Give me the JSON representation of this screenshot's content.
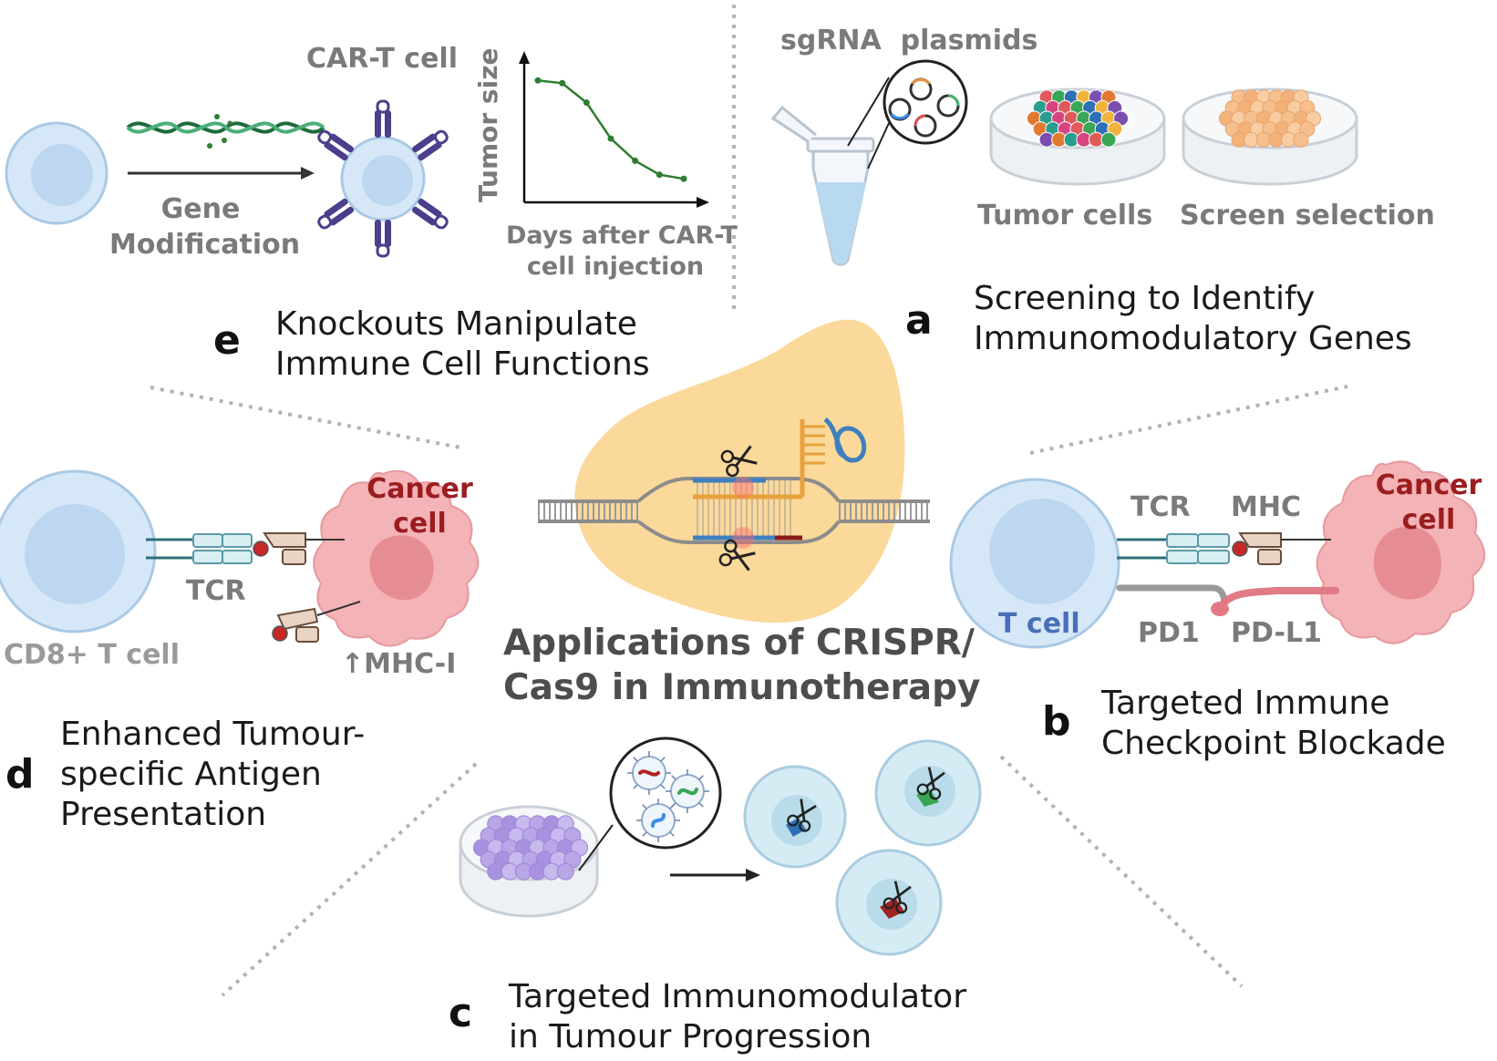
{
  "title": {
    "line1": "Applications of CRISPR/",
    "line2": "Cas9 in Immunotherapy"
  },
  "panel_a": {
    "letter": "a",
    "heading_line1": "Screening to Identify",
    "heading_line2": "Immunomodulatory Genes",
    "sgrna_label": "sgRNA  plasmids",
    "tumor_cells_label": "Tumor cells",
    "screen_selection_label": "Screen selection"
  },
  "panel_b": {
    "letter": "b",
    "heading_line1": "Targeted Immune",
    "heading_line2": "Checkpoint Blockade",
    "tcr_label": "TCR",
    "mhc_label": "MHC",
    "cancer_line1": "Cancer",
    "cancer_line2": "cell",
    "tcell_label": "T cell",
    "pd1_label": "PD1",
    "pdl1_label": "PD-L1"
  },
  "panel_c": {
    "letter": "c",
    "heading_line1": "Targeted Immunomodulator",
    "heading_line2": "in Tumour Progression"
  },
  "panel_d": {
    "letter": "d",
    "heading_line1": "Enhanced Tumour-",
    "heading_line2": "specific Antigen",
    "heading_line3": "Presentation",
    "cancer_line1": "Cancer",
    "cancer_line2": "cell",
    "tcr_label": "TCR",
    "cd8_label": "CD8+ T cell",
    "mhc1_label": "↑MHC-I"
  },
  "panel_e": {
    "letter": "e",
    "heading_line1": "Knockouts Manipulate",
    "heading_line2": "Immune Cell Functions",
    "cart_label": "CAR-T cell",
    "gene_line1": "Gene",
    "gene_line2": "Modification",
    "chart_ylabel": "Tumor size",
    "chart_xlabel_line1": "Days after CAR-T",
    "chart_xlabel_line2": "cell injection"
  },
  "colors": {
    "cell_blue": "#d6e8f7",
    "cell_outline": "#a9c9e6",
    "cancer_pink": "#f2a9ad",
    "nucleus_pink": "#e58d93",
    "cas9_yellow": "#fbd99a",
    "car_receptor": "#4b3f8c",
    "curve_green": "#2e7d32",
    "divider": "#b3b3b3"
  },
  "icons": [
    "scissors-icon",
    "dna-helix-icon",
    "plasmid-icon",
    "virus-icon",
    "tube-icon",
    "petri-dish-icon"
  ],
  "chart_data": {
    "type": "line",
    "title": "",
    "xlabel": "Days after CAR-T cell injection",
    "ylabel": "Tumor size",
    "x": [
      1,
      2,
      3,
      4,
      5,
      6,
      7
    ],
    "series": [
      {
        "values": [
          0.88,
          0.86,
          0.72,
          0.46,
          0.3,
          0.2,
          0.17
        ]
      }
    ],
    "ylim": [
      0,
      1
    ],
    "grid": false
  }
}
